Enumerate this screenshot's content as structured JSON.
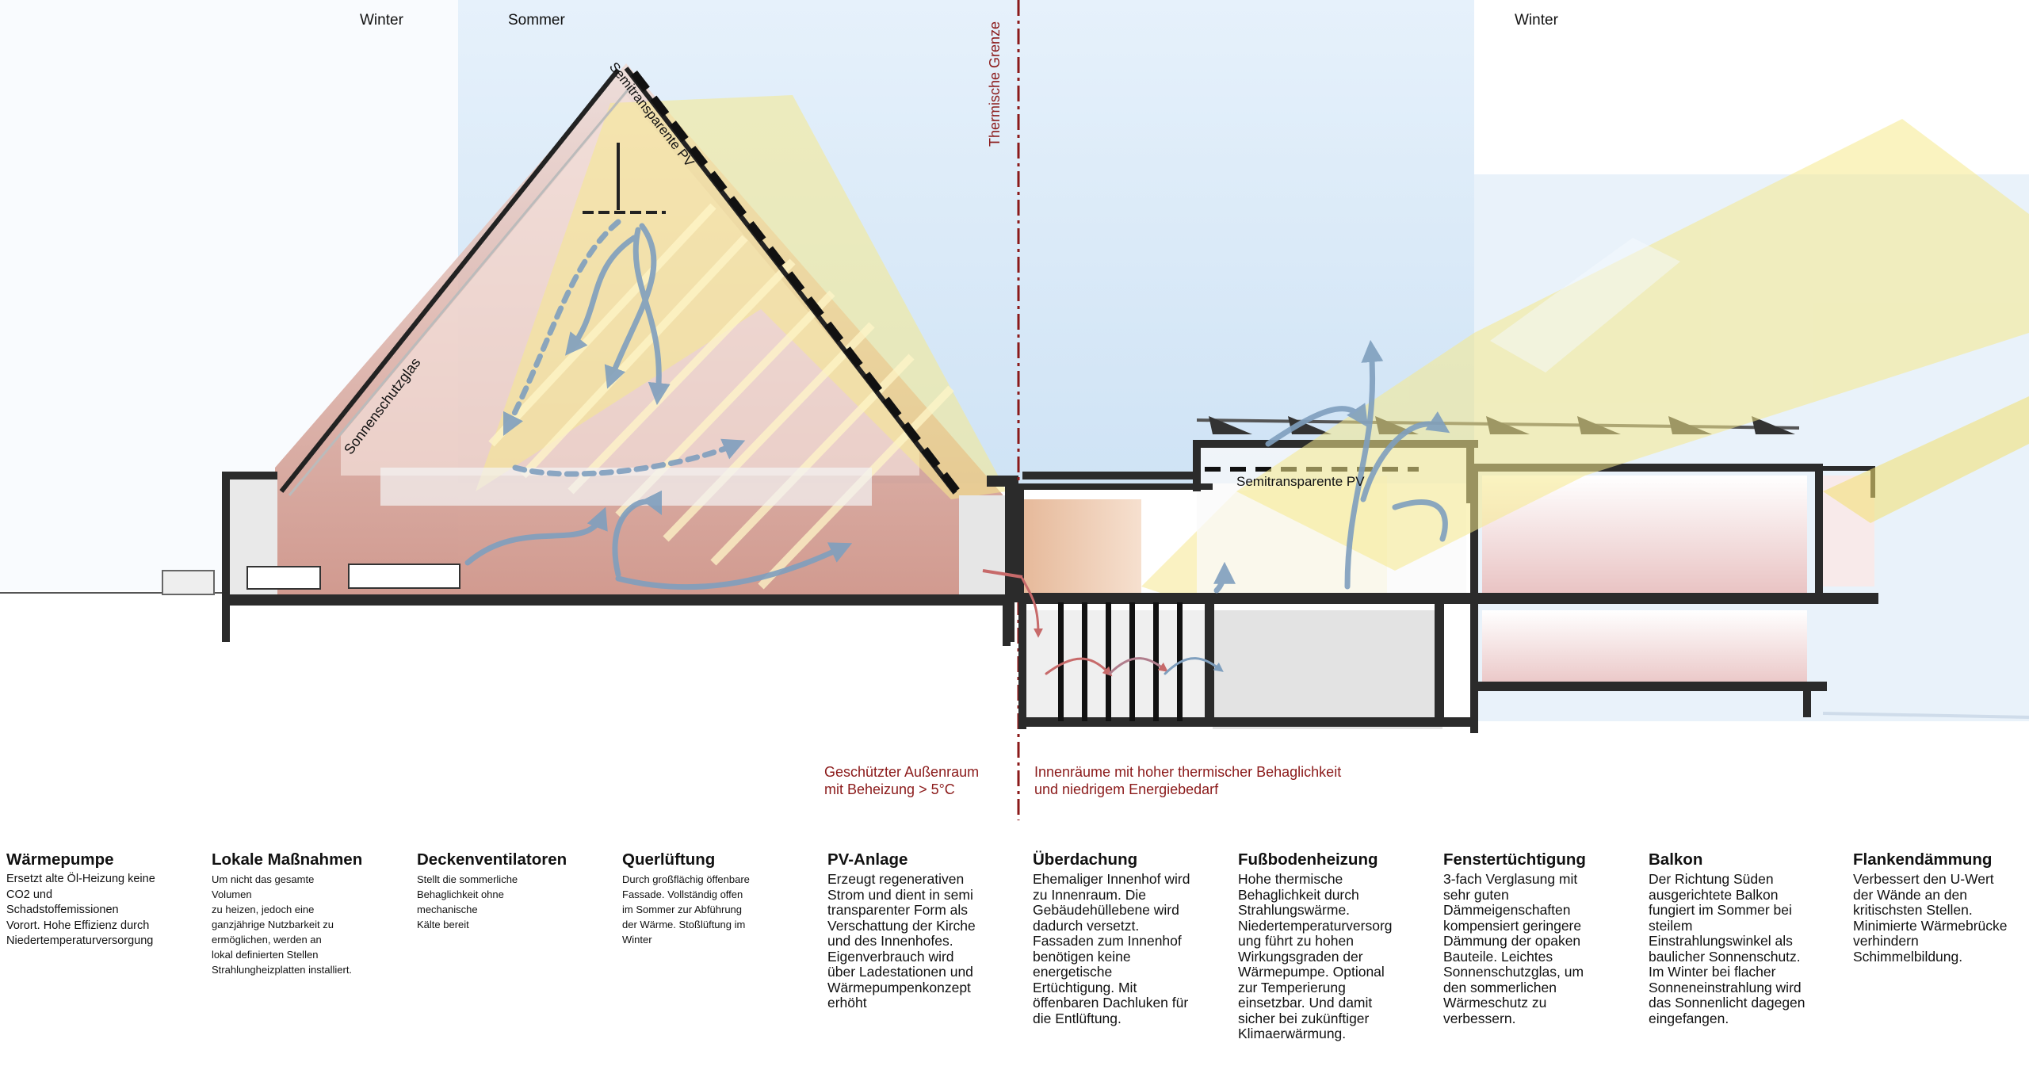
{
  "seasons": {
    "left_winter": "Winter",
    "summer": "Sommer",
    "right_winter": "Winter"
  },
  "labels": {
    "semi_pv_roof": "Semitransparente PV",
    "sun_glass": "Sonnenschutzglas",
    "thermal_border": "Thermische Grenze",
    "semi_pv_court": "Semitransparente PV",
    "outdoor_zone": "Geschützter Außenraum\nmit Beheizung > 5°C",
    "indoor_zone": "Innenräume mit hoher thermischer Behaglichkeit\nund niedrigem Energiebedarf"
  },
  "columns": [
    {
      "title": "Wärmepumpe",
      "text": "Ersetzt alte Öl-Heizung keine\nCO2 und\nSchadstoffemissionen\nVorort. Hohe Effizienz durch\nNiedertemperaturversorgung"
    },
    {
      "title": "Lokale Maßnahmen",
      "text": "Um nicht das gesamte\nVolumen\nzu heizen, jedoch eine\nganzjährige Nutzbarkeit zu\nermöglichen, werden an\nlokal definierten Stellen\nStrahlungheizplatten installiert."
    },
    {
      "title": "Deckenventilatoren",
      "text": "Stellt die sommerliche\nBehaglichkeit ohne\nmechanische\nKälte bereit"
    },
    {
      "title": "Querlüftung",
      "text": "Durch großflächig öffenbare\nFassade. Vollständig offen\nim Sommer zur Abführung\nder Wärme. Stoßlüftung im\nWinter"
    },
    {
      "title": "PV-Anlage",
      "text": "Erzeugt regenerativen\nStrom und dient in semi\ntransparenter Form als\nVerschattung der Kirche\nund des Innenhofes.\nEigenverbrauch wird\nüber Ladestationen und\nWärmepumpenkonzept\nerhöht"
    },
    {
      "title": "Überdachung",
      "text": "Ehemaliger Innenhof wird\nzu Innenraum. Die\nGebäudehüllebene wird\ndadurch versetzt.\nFassaden zum Innenhof\nbenötigen keine\nenergetische\nErtüchtigung. Mit\nöffenbaren Dachluken für\ndie Entlüftung."
    },
    {
      "title": "Fußbodenheizung",
      "text": "Hohe thermische\nBehaglichkeit durch\nStrahlungswärme.\nNiedertemperaturversorg\nung führt zu hohen\nWirkungsgraden der\nWärmepumpe. Optional\nzur Temperierung\neinsetzbar. Und damit\nsicher bei zukünftiger\nKlimaerwärmung."
    },
    {
      "title": "Fenstertüchtigung",
      "text": "3-fach Verglasung mit\nsehr guten\nDämmeigenschaften\nkompensiert geringere\nDämmung der opaken\nBauteile. Leichtes\nSonnenschutzglas, um\nden sommerlichen\nWärmeschutz zu\nverbessern."
    },
    {
      "title": "Balkon",
      "text": "Der Richtung Süden\nausgerichtete Balkon\nfungiert im Sommer bei\nsteilem\nEinstrahlungswinkel als\nbaulicher Sonnenschutz.\nIm Winter bei flacher\nSonneneinstrahlung wird\ndas Sonnenlicht dagegen\neingefangen."
    },
    {
      "title": "Flankendämmung",
      "text": "Verbessert den U-Wert\nder Wände an den\nkritischsten Stellen.\nMinimierte Wärmebrücke\nverhindern\nSchimmelbildung."
    }
  ],
  "colors": {
    "sky": "#dcebf8",
    "brick": "#d7a79c",
    "sun": "#f3e278",
    "air_flow": "#7f9fbe",
    "warm_flow": "#c76a6a",
    "structure": "#2b2b2b",
    "thermal_line": "#8b1a1a"
  }
}
